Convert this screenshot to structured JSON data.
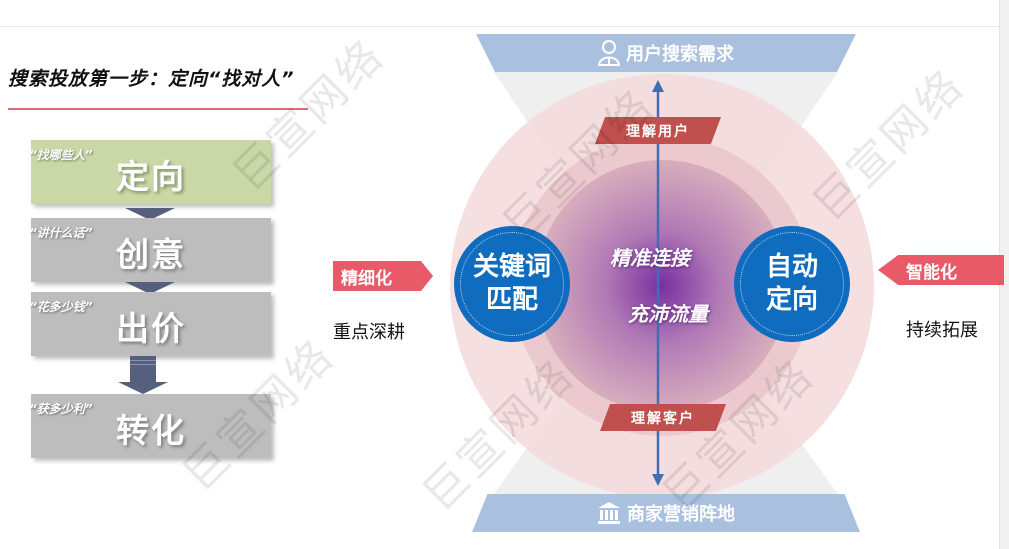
{
  "title": "搜索投放第一步：定向“找对人”",
  "steps": [
    {
      "quote": "“找哪些人”",
      "label": "定向",
      "active": true
    },
    {
      "quote": "“讲什么话”",
      "label": "创意",
      "active": false
    },
    {
      "quote": "“花多少钱”",
      "label": "出价",
      "active": false
    },
    {
      "quote": "“获多少利”",
      "label": "转化",
      "active": false
    }
  ],
  "diagram": {
    "top_band": {
      "icon": "user-icon",
      "label": "用户搜索需求"
    },
    "bottom_band": {
      "icon": "bank-icon",
      "label": "商家营销阵地"
    },
    "ribbon_top": "理解用户",
    "ribbon_bottom": "理解客户",
    "center_line1": "精准连接",
    "center_line2": "充沛流量",
    "left_bubble": [
      "关键词",
      "匹配"
    ],
    "right_bubble": [
      "自动",
      "定向"
    ],
    "left_tag": "精细化",
    "left_sub": "重点深耕",
    "right_tag": "智能化",
    "right_sub": "持续拓展"
  },
  "colors": {
    "band": "#a9c0de",
    "ribbon": "#c0504d",
    "bubble": "#0f6cbf",
    "tag": "#e85a67",
    "step_active": "#c9d8a6",
    "step": "#bdbdbd",
    "arrow": "#55607e",
    "underline": "#e36a72"
  },
  "watermark": "巨宣网络"
}
